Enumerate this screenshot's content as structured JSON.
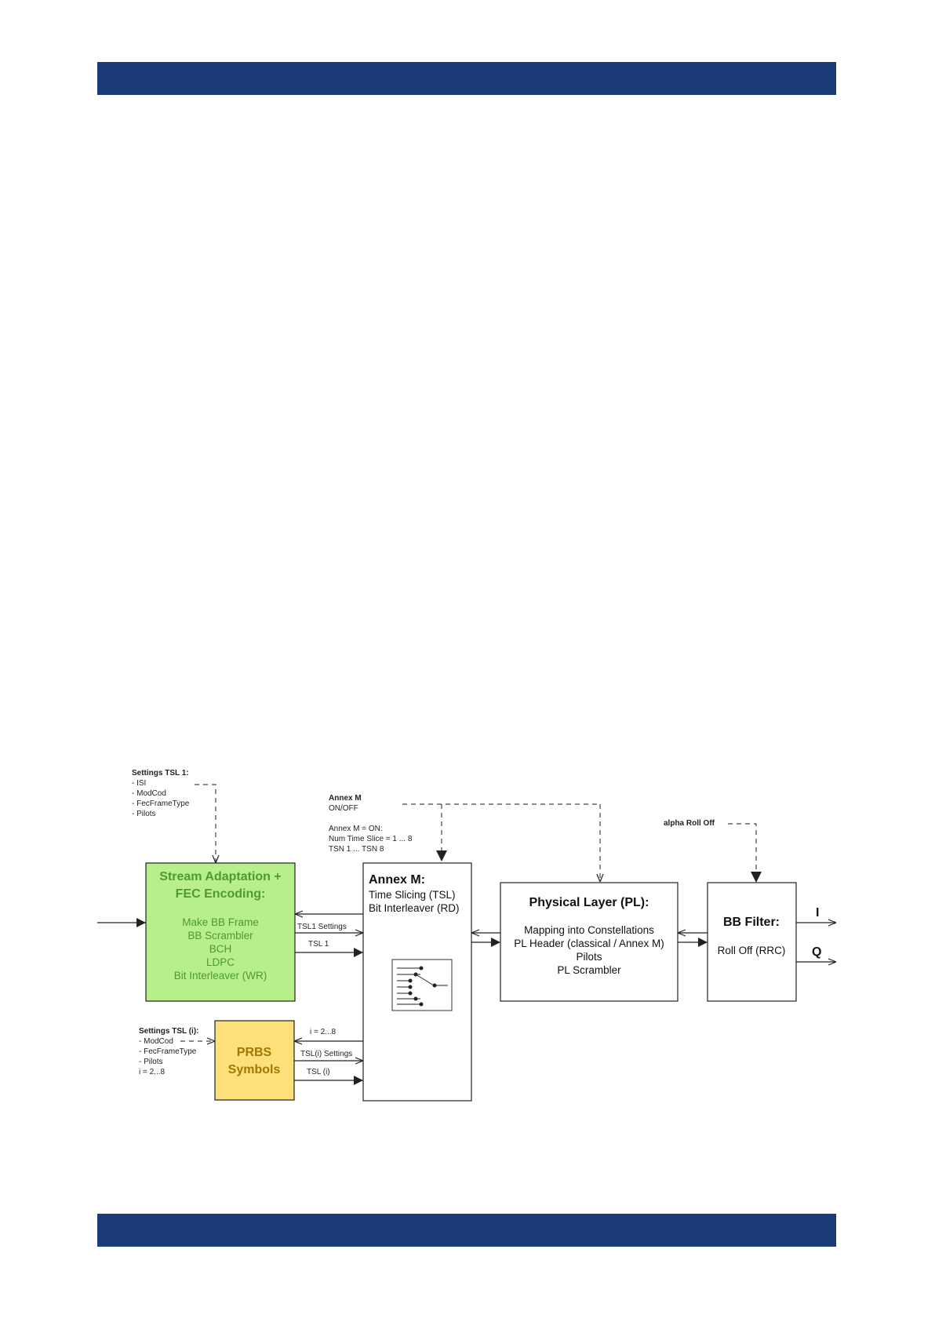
{
  "colors": {
    "band": "#1b3a78",
    "stream_fill": "#b7f08a",
    "stream_text": "#4f9a2f",
    "prbs_fill": "#fde07a",
    "prbs_text": "#a07a00"
  },
  "settings_tsl1": {
    "title": "Settings TSL 1:",
    "items": [
      "- ISI",
      "- ModCod",
      "- FecFrameType",
      "- Pilots"
    ]
  },
  "annex_settings": {
    "title": "Annex M",
    "lines": [
      "ON/OFF",
      "",
      "Annex M = ON:",
      "Num Time Slice = 1 ... 8",
      "TSN 1 ... TSN 8"
    ]
  },
  "alpha_label": "alpha Roll Off",
  "stream_block": {
    "title_lines": [
      "Stream Adaptation +",
      "FEC Encoding:"
    ],
    "items": [
      "Make BB Frame",
      "BB Scrambler",
      "BCH",
      "LDPC",
      "Bit Interleaver (WR)"
    ]
  },
  "annex_block": {
    "title": "Annex M:",
    "items": [
      "Time Slicing (TSL)",
      "Bit Interleaver (RD)"
    ]
  },
  "pl_block": {
    "title": "Physical Layer (PL):",
    "items": [
      "Mapping into Constellations",
      "PL Header (classical / Annex M)",
      "Pilots",
      "PL Scrambler"
    ]
  },
  "bb_block": {
    "title": "BB Filter:",
    "item": "Roll Off (RRC)"
  },
  "output_i": "I",
  "output_q": "Q",
  "settings_tsli": {
    "title": "Settings TSL (i):",
    "items": [
      "- ModCod",
      "- FecFrameType",
      "- Pilots",
      "i = 2...8"
    ]
  },
  "prbs_block": {
    "title_lines": [
      "PRBS",
      "Symbols"
    ]
  },
  "arrows": {
    "tsl1_settings": "TSL1 Settings",
    "tsl1": "TSL 1",
    "i_range": "i = 2...8",
    "tsli_settings": "TSL(i) Settings",
    "tsli": "TSL (i)"
  }
}
